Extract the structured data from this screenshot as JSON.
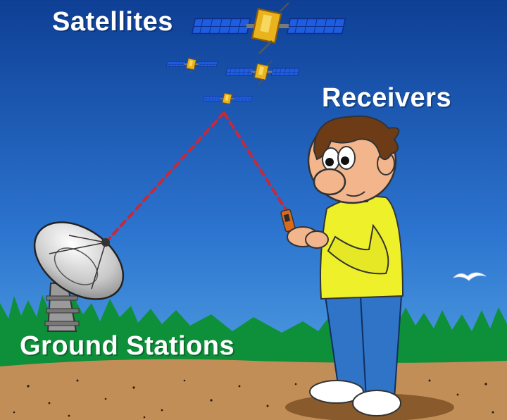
{
  "labels": {
    "satellites": "Satellites",
    "receivers": "Receivers",
    "ground_stations": "Ground Stations"
  },
  "colors": {
    "sky_top": "#0e3f95",
    "sky_bottom": "#5aaae6",
    "grass": "#0e8f3a",
    "ground": "#c28e58",
    "signal_line": "#c8283a",
    "shirt": "#eef02a",
    "pants": "#2f74c6",
    "satellite_panel": "#1e5bd8",
    "satellite_body": "#e8b31c"
  },
  "icons": [
    "satellite-icon",
    "satellite-dish-icon",
    "gps-receiver-icon",
    "person-illustration",
    "bird-icon"
  ]
}
